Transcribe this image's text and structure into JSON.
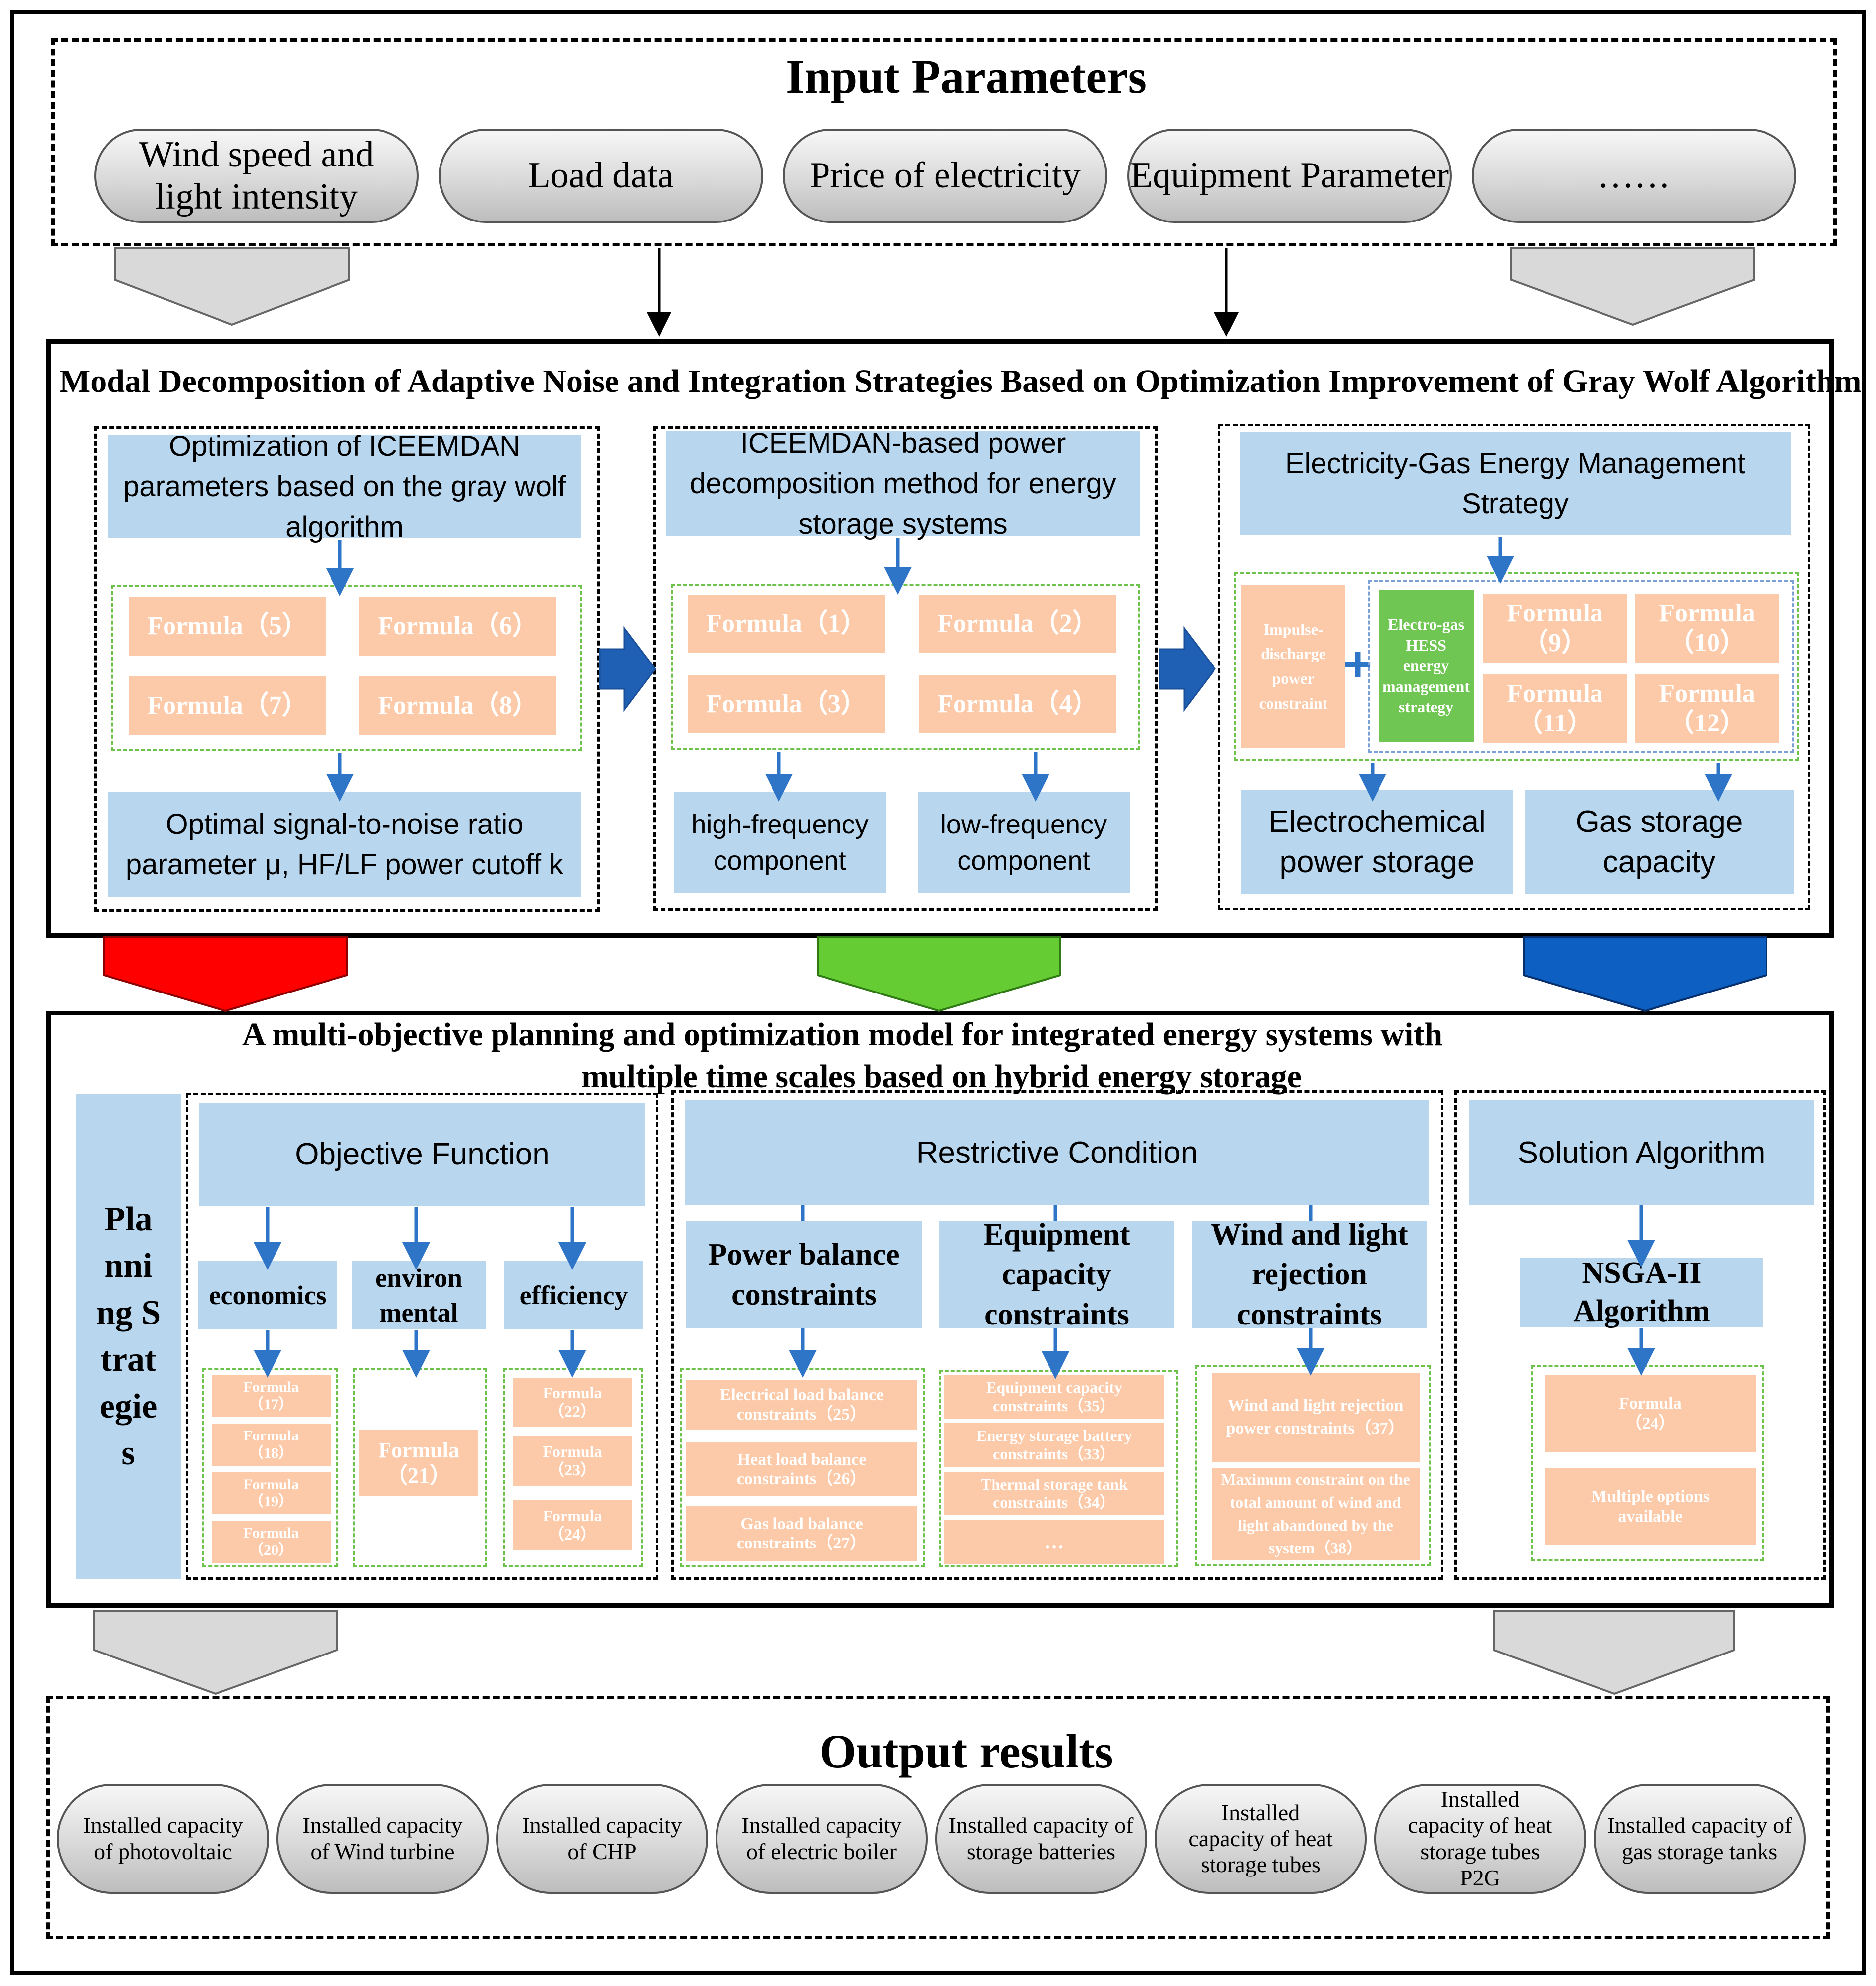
{
  "input": {
    "title": "Input Parameters",
    "pills": [
      "Wind speed and light intensity",
      "Load data",
      "Price of electricity",
      "Equipment Parameter",
      "……"
    ]
  },
  "modal": {
    "title": "Modal Decomposition of Adaptive Noise and Integration Strategies Based on Optimization Improvement of Gray Wolf Algorithm",
    "box1": {
      "header": "Optimization of ICEEMDAN parameters based on the gray wolf algorithm",
      "formulas": [
        "Formula（5）",
        "Formula（6）",
        "Formula（7）",
        "Formula（8）"
      ],
      "result": "Optimal signal-to-noise ratio parameter μ, HF/LF power cutoff k"
    },
    "box2": {
      "header": "ICEEMDAN-based power decomposition method for energy storage systems",
      "formulas": [
        "Formula（1）",
        "Formula（2）",
        "Formula（3）",
        "Formula（4）"
      ],
      "high": "high-frequency component",
      "low": "low-frequency component"
    },
    "box3": {
      "header": "Electricity-Gas Energy Management Strategy",
      "impulse": "Impulse-discharge power constraint",
      "plus": "+",
      "hess": "Electro-gas HESS energy management strategy",
      "formulas": [
        "Formula（9）",
        "Formula（10）",
        "Formula（11）",
        "Formula（12）"
      ],
      "electro": "Electrochemical power storage",
      "gas": "Gas storage capacity"
    }
  },
  "planning": {
    "title_line1": "A multi-objective planning and optimization model for integrated energy systems with",
    "title_line2": "multiple time scales based on hybrid energy storage",
    "side_label": "Planning Strategies",
    "objective": {
      "header": "Objective Function",
      "economics": "economics",
      "environmental": "environmental",
      "efficiency": "efficiency",
      "eco_formulas": [
        "Formula（17）",
        "Formula（18）",
        "Formula（19）",
        "Formula（20）"
      ],
      "env_formula": "Formula（21）",
      "eff_formulas": [
        "Formula（22）",
        "Formula（23）",
        "Formula（24）"
      ]
    },
    "restrictive": {
      "header": "Restrictive Condition",
      "power": "Power balance constraints",
      "equipment": "Equipment capacity constraints",
      "wind": "Wind and light rejection constraints",
      "power_items": [
        "Electrical load balance constraints（25）",
        "Heat load balance constraints（26）",
        "Gas load balance constraints（27）"
      ],
      "equipment_items": [
        "Equipment capacity constraints（35）",
        "Energy storage battery constraints（33）",
        "Thermal storage tank constraints（34）",
        "…"
      ],
      "wind_items": [
        "Wind and light rejection power constraints（37）",
        "Maximum constraint on the total amount of wind and light abandoned by the system（38）"
      ]
    },
    "solution": {
      "header": "Solution Algorithm",
      "nsga": "NSGA-II Algorithm",
      "formula": "Formula（24）",
      "options": "Multiple options available"
    }
  },
  "output": {
    "title": "Output results",
    "pills": [
      "Installed capacity of photovoltaic",
      "Installed capacity of Wind turbine",
      "Installed capacity of CHP",
      "Installed capacity of electric boiler",
      "Installed capacity of storage batteries",
      "Installed capacity of heat storage tubes",
      "Installed capacity of heat storage tubes P2G",
      "Installed capacity of gas storage tanks"
    ]
  },
  "colors": {
    "blue_box": "#b8d7ee",
    "peach_box": "#fccaa8",
    "green_box": "#70c653",
    "arrow_blue": "#2e75c8",
    "chevron_red": "#ff0000",
    "chevron_green": "#66cc33",
    "chevron_blue": "#0d5fc2",
    "chevron_gray": "#d9d9d9"
  }
}
